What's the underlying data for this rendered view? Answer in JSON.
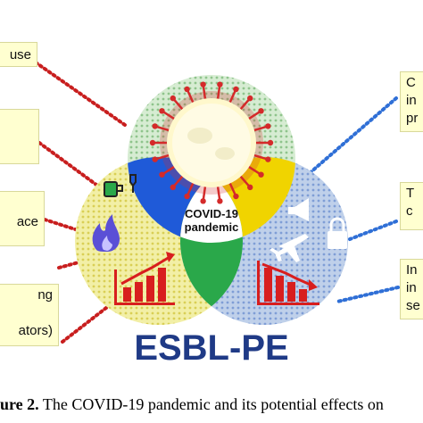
{
  "center_label": [
    "COVID-19",
    "pandemic"
  ],
  "main_title": "ESBL-PE",
  "caption": {
    "lead": "ure 2.",
    "text": " The COVID-19 pandemic and its potential effects on"
  },
  "left_boxes": [
    {
      "lines": [
        "use"
      ]
    },
    {
      "lines": [
        ""
      ]
    },
    {
      "lines": [
        "ace"
      ]
    },
    {
      "lines": [
        "ng",
        "",
        "ators)"
      ]
    }
  ],
  "right_boxes": [
    {
      "lines": [
        "C",
        "in",
        "pr"
      ]
    },
    {
      "lines": [
        "T",
        "c"
      ]
    },
    {
      "lines": [
        "In",
        "in",
        "se"
      ]
    }
  ],
  "icons": [
    "covid-virus-icon",
    "medication-drip-icon",
    "fire-icon",
    "rising-bar-chart-icon",
    "megaphone-icon",
    "padlock-icon",
    "airplane-icon",
    "falling-bar-chart-icon"
  ],
  "colors": {
    "top_circle": "#d6ecd2",
    "left_circle": "#f2efa6",
    "right_circle": "#bfd0ea",
    "overlap_top_left": "#1f5ad8",
    "overlap_top_right": "#f0d400",
    "overlap_left_right": "#2aa84a",
    "center_white": "#ffffff",
    "title": "#1f3a86",
    "dotted_left": "#c81e1e",
    "dotted_right": "#2f6fd6",
    "box_fill": "#ffffd0",
    "virus": "#d42a2a",
    "chart_red": "#d81e1e"
  }
}
